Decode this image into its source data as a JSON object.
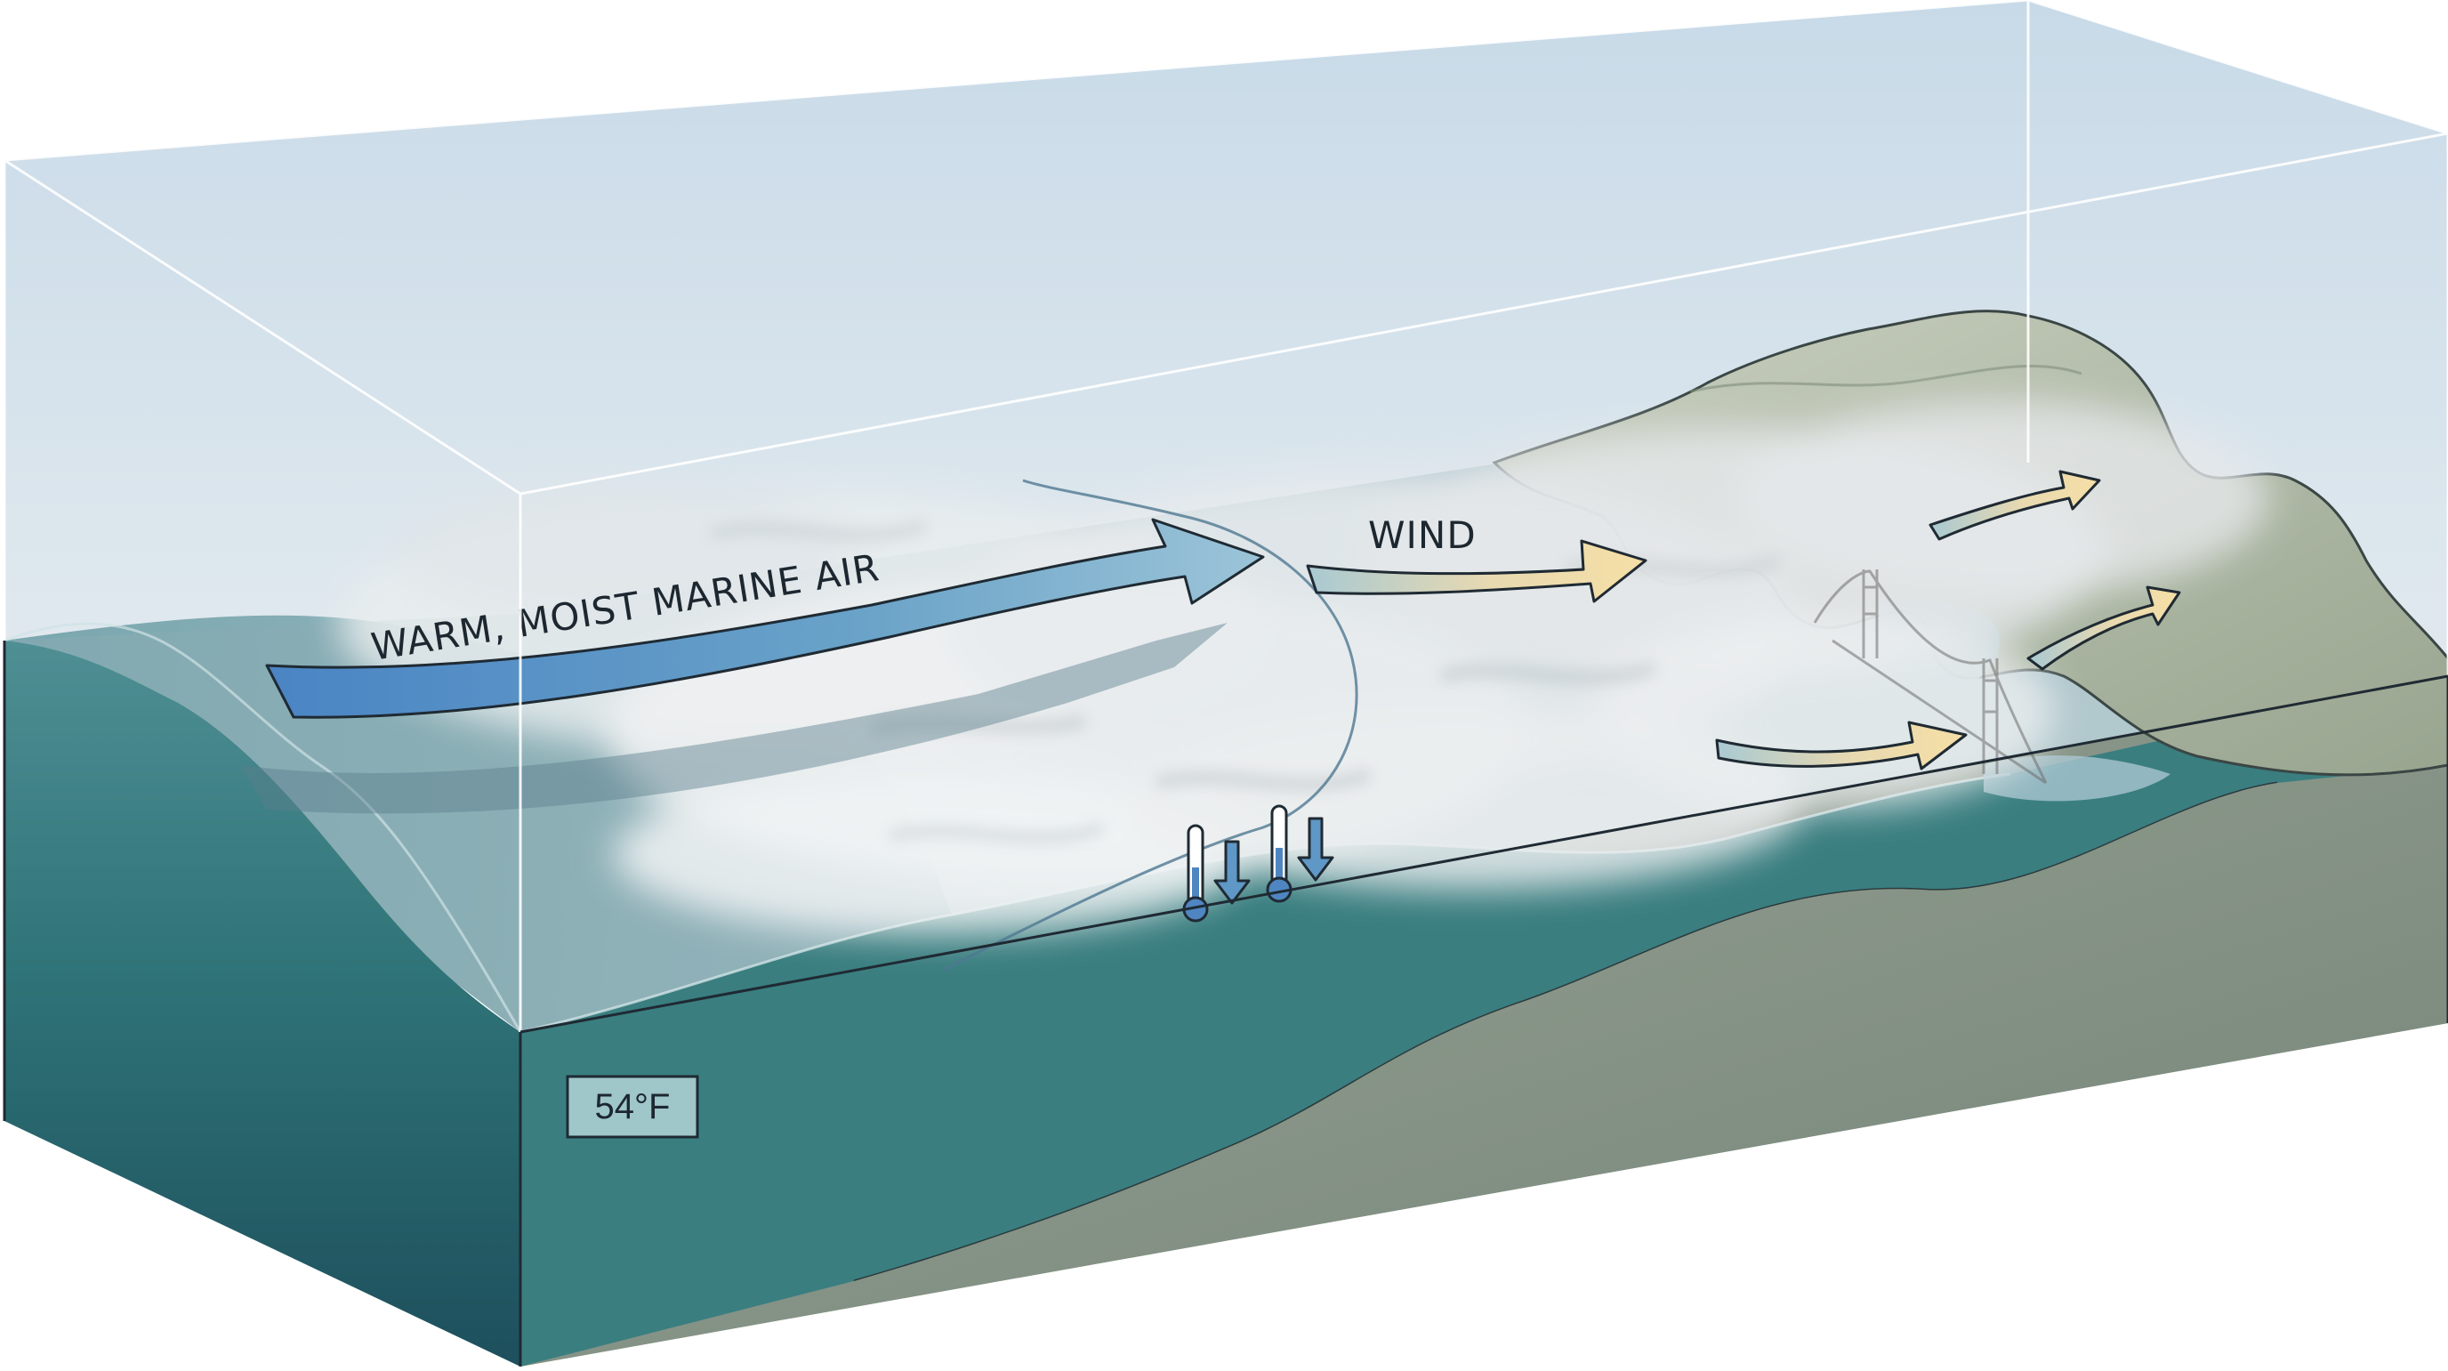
{
  "labels": {
    "marine_air": "WARM, MOIST MARINE AIR",
    "wind": "WIND",
    "water_temperature": "54°F"
  },
  "colors": {
    "sky_top": "#c9dbe8",
    "sky_bottom": "#eef2f0",
    "ocean_light": "#5f9ea0",
    "ocean_deep": "#1f5a66",
    "seabed": "#8a9688",
    "land": "#a7b29e",
    "fog": "#e4e8ea",
    "warm_arrow": "#f3dca7",
    "cool_arrow": "#4f86c1"
  },
  "icons": [
    "thermometer-icon",
    "thermometer-icon",
    "down-arrow-icon",
    "down-arrow-icon",
    "golden-gate-bridge-icon"
  ]
}
